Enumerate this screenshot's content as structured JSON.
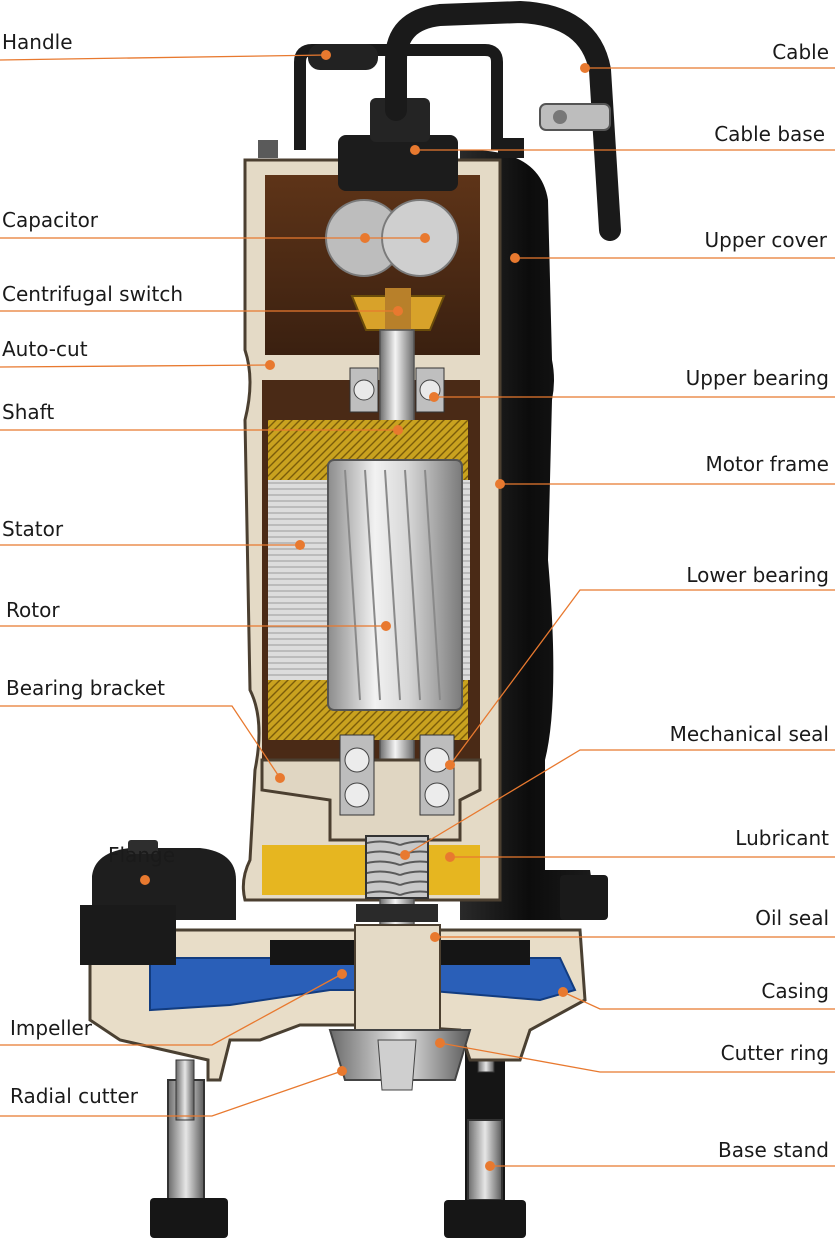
{
  "diagram": {
    "accent_color": "#e8792f",
    "labels": {
      "handle": "Handle",
      "cable": "Cable",
      "cable_base": "Cable base",
      "capacitor": "Capacitor",
      "upper_cover": "Upper cover",
      "centrifugal_switch": "Centrifugal switch",
      "auto_cut": "Auto-cut",
      "upper_bearing": "Upper bearing",
      "shaft": "Shaft",
      "motor_frame": "Motor frame",
      "stator": "Stator",
      "lower_bearing": "Lower bearing",
      "rotor": "Rotor",
      "bearing_bracket": "Bearing bracket",
      "mechanical_seal": "Mechanical seal",
      "flange": "Flange",
      "lubricant": "Lubricant",
      "oil_seal": "Oil seal",
      "casing": "Casing",
      "impeller": "Impeller",
      "cutter_ring": "Cutter ring",
      "radial_cutter": "Radial cutter",
      "base_stand": "Base stand"
    }
  }
}
